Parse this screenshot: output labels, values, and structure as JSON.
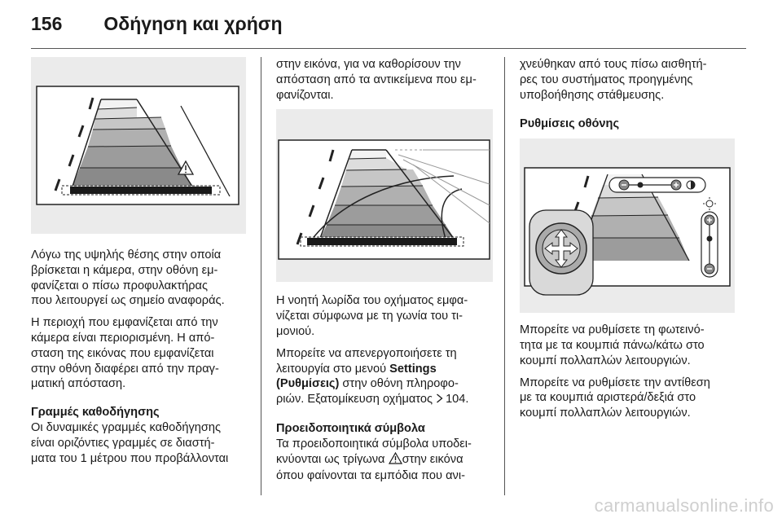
{
  "header": {
    "page_number": "156",
    "section_title": "Οδήγηση και χρήση"
  },
  "column1": {
    "para1": [
      "Λόγω της υψηλής θέσης στην οποία",
      "βρίσκεται η κάμερα, στην οθόνη εμ-",
      "φανίζεται ο πίσω προφυλακτήρας",
      "που λειτουργεί ως σημείο αναφοράς."
    ],
    "para2": [
      "Η περιοχή που εμφανίζεται από την",
      "κάμερα είναι περιορισμένη. Η από-",
      "σταση της εικόνας που εμφανίζεται",
      "στην οθόνη διαφέρει από την πραγ-",
      "ματική απόσταση."
    ],
    "heading": "Γραμμές καθοδήγησης",
    "para3": [
      "Οι δυναμικές γραμμές καθοδήγησης",
      "είναι οριζόντιες γραμμές σε διαστή-",
      "ματα του 1 μέτρου που προβάλλονται"
    ]
  },
  "column2": {
    "para1": [
      "στην εικόνα, για να καθορίσουν την",
      "απόσταση από τα αντικείμενα που εμ-",
      "φανίζονται."
    ],
    "para2": [
      "Η νοητή λωρίδα του οχήματος εμφα-",
      "νίζεται σύμφωνα με τη γωνία του τι-",
      "μονιού."
    ],
    "para3": {
      "l1": "Μπορείτε να απενεργοποιήσετε τη",
      "l2a": "λειτουργία στο μενού ",
      "l2b": "Settings",
      "l3a": "(Ρυθμίσεις)",
      "l3b": " στην οθόνη πληροφο-",
      "l4": "ριών. Εξατομίκευση οχήματος ",
      "page_ref": "104",
      "period": "."
    },
    "heading": "Προειδοποιητικά σύμβολα",
    "para4": {
      "l1": "Τα προειδοποιητικά σύμβολα υποδει-",
      "l2a": "κνύονται ως τρίγωνα ",
      "l2b": "στην εικόνα",
      "l3": "όπου φαίνονται τα εμπόδια που ανι-"
    }
  },
  "column3": {
    "para1": [
      "χνεύθηκαν από τους πίσω αισθητή-",
      "ρες του συστήματος προηγμένης",
      "υποβοήθησης στάθμευσης."
    ],
    "heading": "Ρυθμίσεις οθόνης",
    "para2": [
      "Μπορείτε να ρυθμίσετε τη φωτεινό-",
      "τητα με τα κουμπιά πάνω/κάτω στο",
      "κουμπί πολλαπλών λειτουργιών."
    ],
    "para3": [
      "Μπορείτε να ρυθμίσετε την αντίθεση",
      "με τα κουμπιά αριστερά/δεξιά στο",
      "κουμπί πολλαπλών λειτουργιών."
    ]
  },
  "footer": {
    "watermark": "carmanualsonline.info"
  },
  "icons": {
    "page_ref": "ref-arrow-icon",
    "warning": "warning-triangle-icon"
  }
}
